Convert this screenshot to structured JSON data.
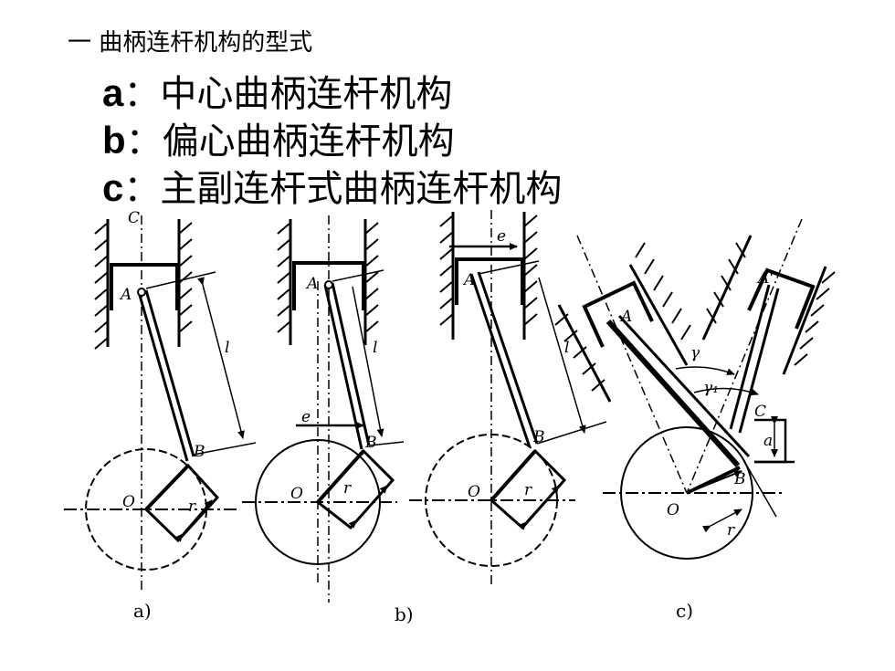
{
  "heading": "一 曲柄连杆机构的型式",
  "items": [
    {
      "letter": "a",
      "text": "：中心曲柄连杆机构"
    },
    {
      "letter": "b",
      "text": "：偏心曲柄连杆机构"
    },
    {
      "letter": "c",
      "text": "：主副连杆式曲柄连杆机构"
    }
  ],
  "figure": {
    "labels": {
      "C": "C",
      "A": "A",
      "B": "B",
      "O": "O",
      "r": "r",
      "l": "l",
      "e": "e",
      "gamma": "γ",
      "gamma1": "γ₁",
      "A_prime": "A'",
      "a": "a"
    },
    "captions": [
      "a)",
      "b)",
      "c)"
    ]
  }
}
